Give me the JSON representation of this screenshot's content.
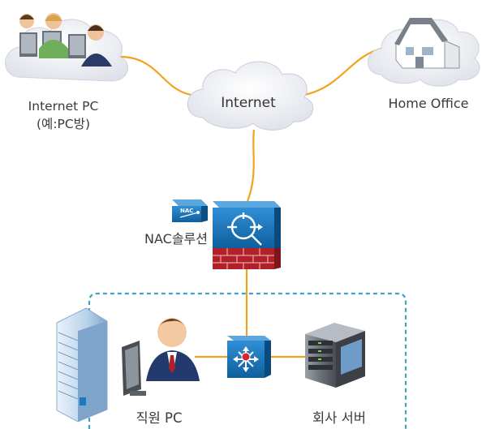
{
  "diagram": {
    "nodes": {
      "internet_pc": {
        "line1": "Internet PC",
        "line2": "(예:PC방)"
      },
      "internet_cloud": {
        "label": "Internet"
      },
      "home_office": {
        "label": "Home Office"
      },
      "nac_solution": {
        "label": "NAC솔루션",
        "badge": "NAC"
      },
      "employee_pc": {
        "label": "직원 PC"
      },
      "company_server": {
        "label": "회사 서버"
      }
    },
    "colors": {
      "link": "#f2a31c",
      "lan_border": "#3fa3c4",
      "cloud_fill": "#eceef3",
      "firewall_red": "#b3202a",
      "device_blue": "#1b7bbf"
    }
  }
}
